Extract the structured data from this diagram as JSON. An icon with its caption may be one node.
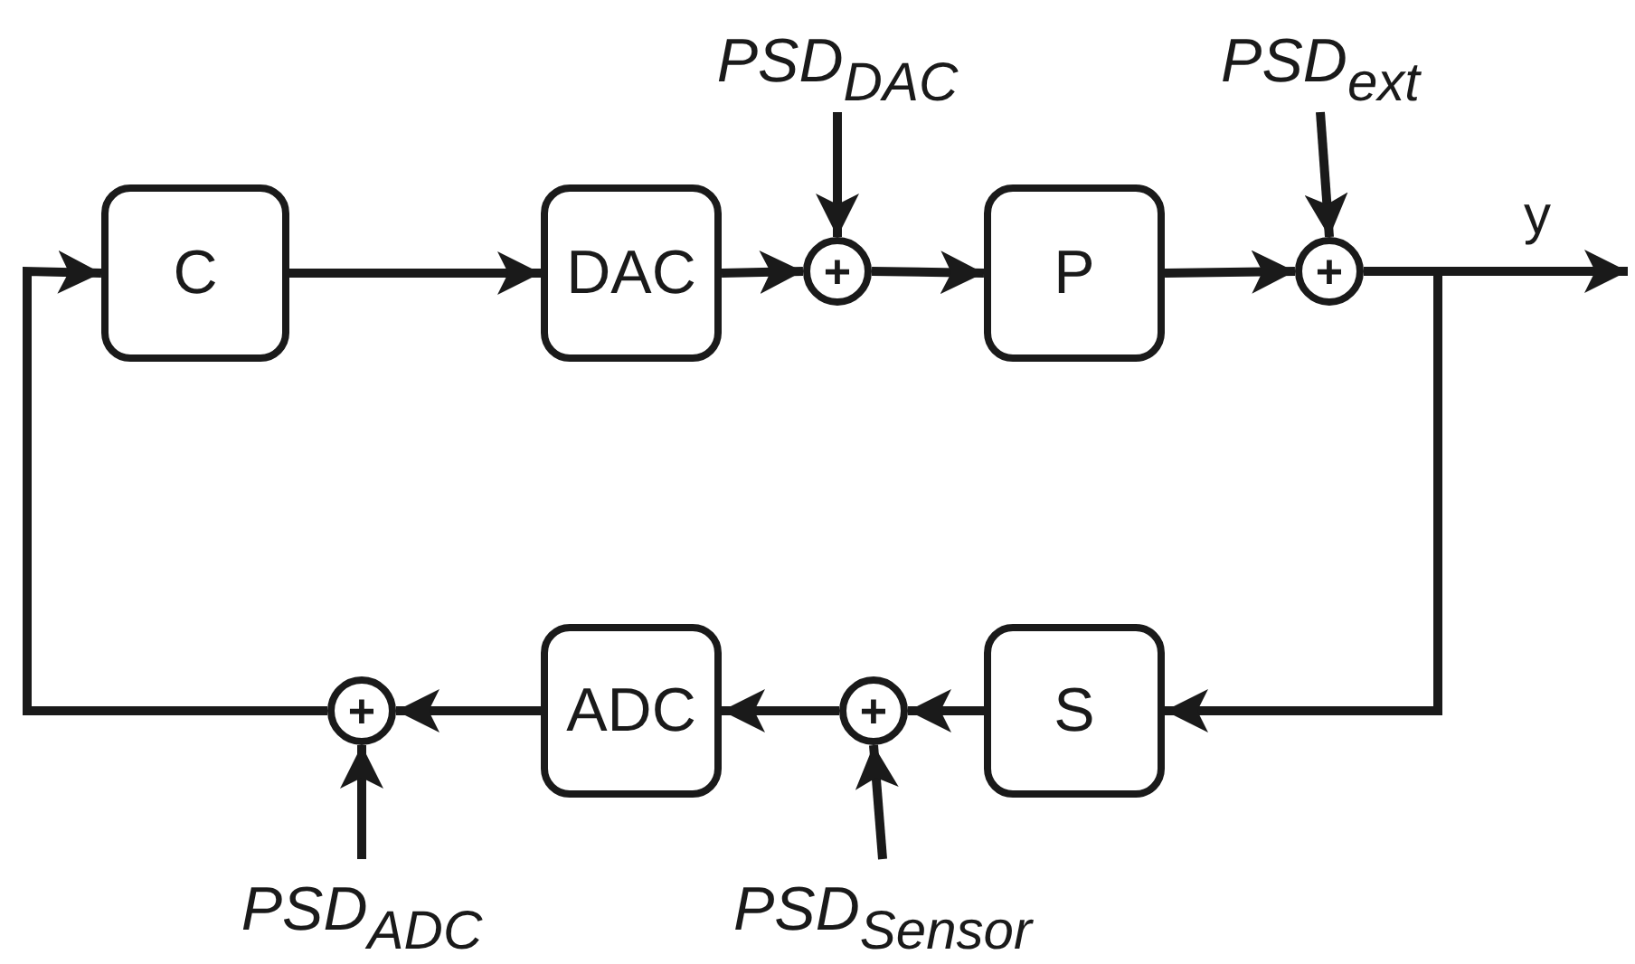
{
  "diagram": {
    "nodes": [
      {
        "text": [
          "C"
        ]
      },
      {
        "text": [
          "DAC"
        ]
      },
      {
        "text": [
          "+"
        ]
      },
      {
        "text": [
          "P"
        ]
      },
      {
        "text": [
          "+"
        ]
      },
      {
        "text": [
          "S"
        ]
      },
      {
        "text": [
          "+"
        ]
      },
      {
        "text": [
          "ADC"
        ]
      },
      {
        "text": [
          "+"
        ]
      },
      {
        "text": [
          "PSD$_{DAC}$"
        ]
      },
      {
        "text": [
          "PSD$_{ext}$"
        ]
      },
      {
        "text": [
          "PSD$_{Sensor}$"
        ]
      },
      {
        "text": [
          "PSD$_{ADC}$"
        ]
      }
    ],
    "edges": [
      {
        "from": 0,
        "to": 1,
        "arrow": "to"
      },
      {
        "from": 1,
        "to": 2,
        "arrow": "to"
      },
      {
        "from": 9,
        "to": 2,
        "arrow": "to"
      },
      {
        "from": 2,
        "to": 3,
        "arrow": "to"
      },
      {
        "from": 3,
        "to": 4,
        "arrow": "to"
      },
      {
        "from": 10,
        "to": 4,
        "arrow": "to"
      },
      {
        "from": 4,
        "to": null,
        "arrow": "to",
        "label": "y"
      },
      {
        "from": 4,
        "to": 5,
        "arrow": "to"
      },
      {
        "from": 5,
        "to": 6,
        "arrow": "to"
      },
      {
        "from": 11,
        "to": 6,
        "arrow": "to"
      },
      {
        "from": 6,
        "to": 7,
        "arrow": "to"
      },
      {
        "from": 7,
        "to": 8,
        "arrow": "to"
      },
      {
        "from": 12,
        "to": 8,
        "arrow": "to"
      },
      {
        "from": 8,
        "to": 0,
        "arrow": "to"
      }
    ]
  }
}
